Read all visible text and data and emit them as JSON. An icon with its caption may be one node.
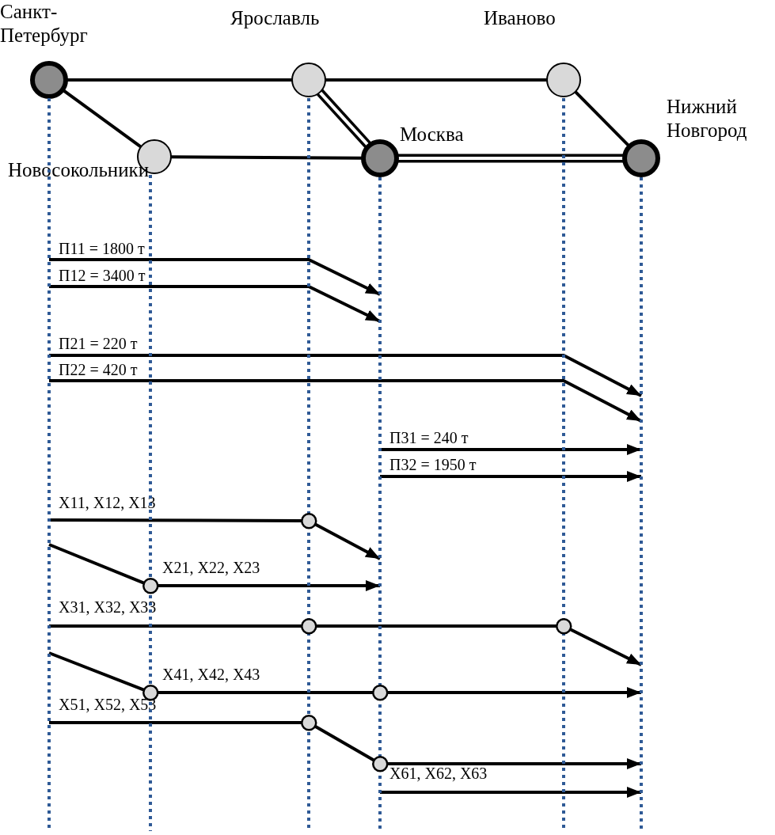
{
  "diagram": {
    "nodes": [
      {
        "text": [
          "Санкт-Петербург"
        ]
      },
      {
        "text": [
          "Ярославль"
        ]
      },
      {
        "text": [
          "Иваново"
        ]
      },
      {
        "text": [
          "Нижний Новгород"
        ]
      },
      {
        "text": [
          "Москва"
        ]
      },
      {
        "text": [
          "Новосокольники"
        ]
      },
      {
        "text": [],
        "shape": "line"
      },
      {
        "text": [],
        "shape": "line"
      },
      {
        "text": [],
        "shape": "line"
      },
      {
        "text": [],
        "shape": "line"
      },
      {
        "text": [],
        "shape": "line"
      },
      {
        "text": [],
        "shape": "line"
      },
      {
        "text": [],
        "shape": "circle"
      },
      {
        "text": [],
        "shape": "circle"
      },
      {
        "text": [],
        "shape": "circle"
      },
      {
        "text": [],
        "shape": "circle"
      },
      {
        "text": [],
        "shape": "circle"
      },
      {
        "text": [],
        "shape": "circle"
      },
      {
        "text": [],
        "shape": "circle"
      },
      {
        "text": [],
        "shape": "circle"
      }
    ],
    "edges": [
      {
        "from": 0,
        "to": 1,
        "arrow": "none"
      },
      {
        "from": 1,
        "to": 2,
        "arrow": "none"
      },
      {
        "from": 0,
        "to": 5,
        "arrow": "none"
      },
      {
        "from": 5,
        "to": 4,
        "arrow": "none"
      },
      {
        "from": 1,
        "to": 4,
        "arrow": "none",
        "style": "thick"
      },
      {
        "from": 2,
        "to": 3,
        "arrow": "none"
      },
      {
        "from": 4,
        "to": 3,
        "arrow": "none",
        "style": "thick"
      },
      {
        "from": 6,
        "to": 9,
        "arrow": "to",
        "label": "П11 = 1800 т"
      },
      {
        "from": 6,
        "to": 9,
        "arrow": "to",
        "label": "П12 = 3400 т"
      },
      {
        "from": 6,
        "to": 11,
        "arrow": "to",
        "label": "П21 = 220 т"
      },
      {
        "from": 6,
        "to": 11,
        "arrow": "to",
        "label": "П22 = 420 т"
      },
      {
        "from": 9,
        "to": 11,
        "arrow": "to",
        "label": "П31 = 240 т"
      },
      {
        "from": 9,
        "to": 11,
        "arrow": "to",
        "label": "П32 = 1950 т"
      },
      {
        "from": 6,
        "to": 12,
        "arrow": "none",
        "label": "X11, X12, X13"
      },
      {
        "from": 12,
        "to": 9,
        "arrow": "to"
      },
      {
        "from": 6,
        "to": 13,
        "arrow": "none"
      },
      {
        "from": 13,
        "to": 9,
        "arrow": "to",
        "label": "X21, X22, X23"
      },
      {
        "from": 6,
        "to": 14,
        "arrow": "none",
        "label": "X31, X32, X33"
      },
      {
        "from": 14,
        "to": 15,
        "arrow": "none"
      },
      {
        "from": 15,
        "to": 11,
        "arrow": "to"
      },
      {
        "from": 6,
        "to": 16,
        "arrow": "none"
      },
      {
        "from": 16,
        "to": 17,
        "arrow": "none",
        "label": "X41, X42, X43"
      },
      {
        "from": 17,
        "to": 11,
        "arrow": "to"
      },
      {
        "from": 6,
        "to": 18,
        "arrow": "none",
        "label": "X51, X52, X53"
      },
      {
        "from": 18,
        "to": 19,
        "arrow": "none"
      },
      {
        "from": 19,
        "to": 11,
        "arrow": "to"
      },
      {
        "from": 9,
        "to": 11,
        "arrow": "to",
        "label": "X61, X62, X63"
      }
    ]
  }
}
